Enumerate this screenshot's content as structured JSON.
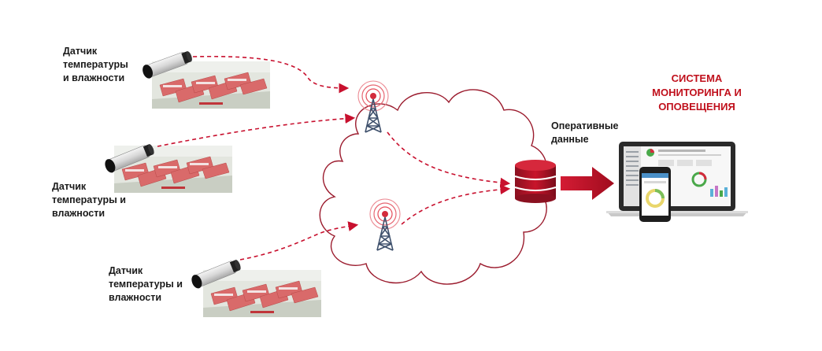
{
  "sensors": [
    {
      "lines": [
        "Датчик",
        "температуры",
        "и влажности"
      ]
    },
    {
      "lines": [
        "Датчик",
        "температуры и",
        "влажности"
      ]
    },
    {
      "lines": [
        "Датчик",
        "температуры и",
        "влажности"
      ]
    }
  ],
  "database_label": {
    "lines": [
      "Оперативные",
      "данные"
    ]
  },
  "system_title": {
    "lines": [
      "СИСТЕМА",
      "МОНИТОРИНГА И",
      "ОПОВЕЩЕНИЯ"
    ]
  },
  "colors": {
    "accent": "#c0101c",
    "cloud_stroke": "#9b1b2d",
    "arrow": "#c8102e",
    "tower": "#3d4f6b",
    "text": "#1a1a1a"
  },
  "icons": [
    "sensor-probe-icon",
    "farm-photo",
    "radio-tower-icon",
    "cloud-network",
    "database-icon",
    "arrow-right-icon",
    "laptop-icon",
    "phone-icon"
  ]
}
